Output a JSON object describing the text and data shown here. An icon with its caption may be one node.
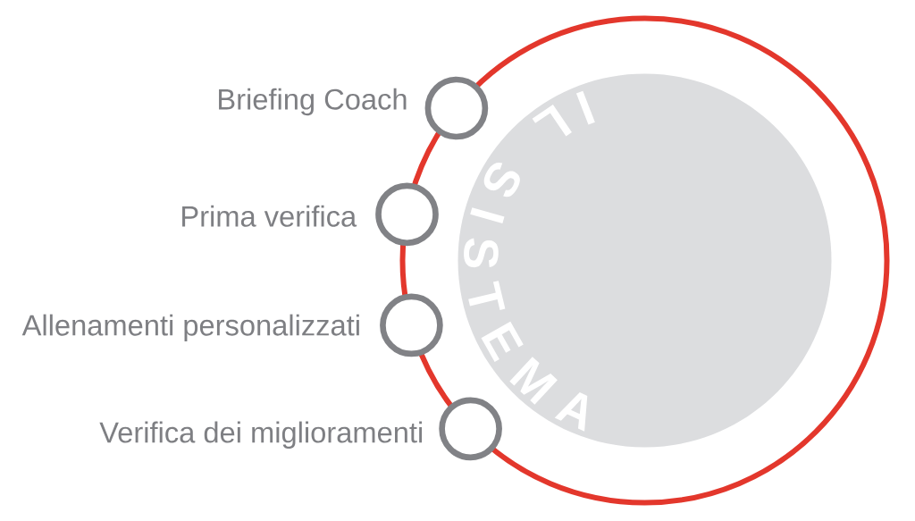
{
  "diagram": {
    "nodes": [
      {
        "text": [],
        "shape": "circle"
      },
      {
        "text": [
          "IL SISTEMA"
        ],
        "in": 0
      },
      {
        "text": [],
        "shape": "circle",
        "beside": [
          "Briefing Coach"
        ]
      },
      {
        "text": [],
        "shape": "circle",
        "beside": [
          "Prima verifica"
        ]
      },
      {
        "text": [],
        "shape": "circle",
        "beside": [
          "Allenamenti personalizzati"
        ]
      },
      {
        "text": [],
        "shape": "circle",
        "beside": [
          "Verifica dei miglioramenti"
        ]
      }
    ]
  }
}
